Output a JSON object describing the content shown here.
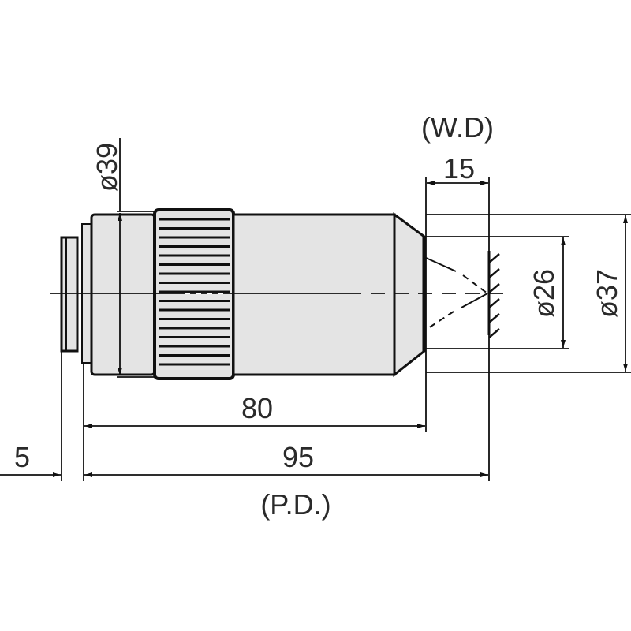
{
  "drawing": {
    "diameters": {
      "mount": "ø39",
      "front": "ø26",
      "barrel": "ø37"
    },
    "dimensions": {
      "working_distance": "15",
      "body_length": "80",
      "parfocal_distance": "95",
      "flange_offset": "5"
    },
    "labels": {
      "working_distance": "(W.D)",
      "parfocal_distance": "(P.D.)"
    }
  },
  "colors": {
    "body_fill": "#e4e4e4",
    "line": "#111111"
  }
}
